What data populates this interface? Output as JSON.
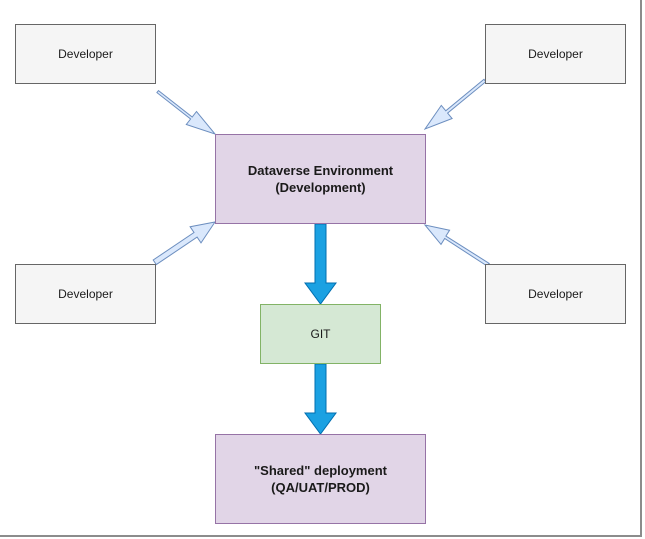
{
  "nodes": {
    "developer_top_left": "Developer",
    "developer_top_right": "Developer",
    "developer_bottom_left": "Developer",
    "developer_bottom_right": "Developer",
    "dataverse_env": "Dataverse Environment\n(Development)",
    "git": "GIT",
    "shared_deployment": "\"Shared\" deployment\n(QA/UAT/PROD)"
  },
  "colors": {
    "developer_fill": "#f5f5f5",
    "developer_stroke": "#666666",
    "env_fill": "#e1d5e7",
    "env_stroke": "#9673a6",
    "git_fill": "#d5e8d4",
    "git_stroke": "#82b366",
    "light_arrow_fill": "#dae8fc",
    "light_arrow_stroke": "#6c8ebf",
    "flow_arrow_fill": "#1ba1e2",
    "flow_arrow_stroke": "#006eaf"
  }
}
